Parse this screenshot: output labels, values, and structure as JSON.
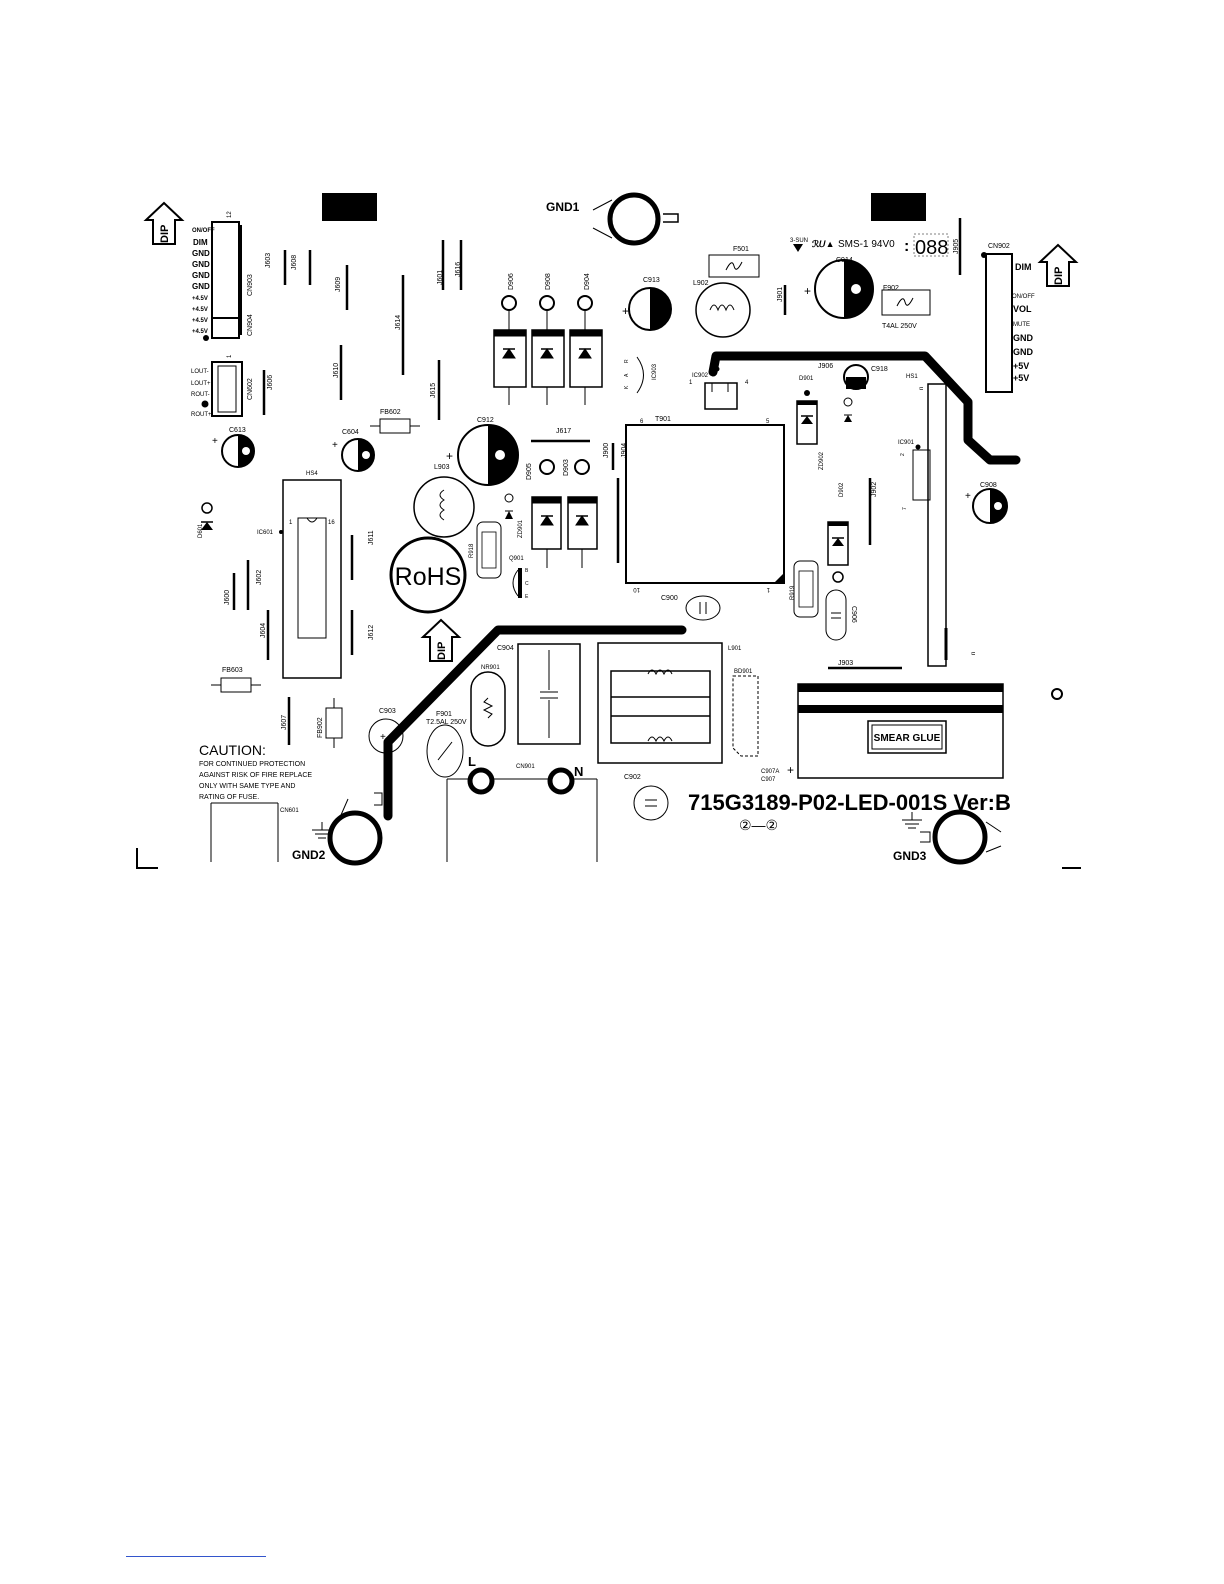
{
  "board": {
    "part_number": "715G3189-P02-LED-001S Ver:B",
    "revision_mark": "②—②",
    "rohs": "RoHS",
    "dip": "DIP",
    "smear_glue": "SMEAR GLUE",
    "maker_mark": "3-SUN",
    "rating": "SMS-1 94V0",
    "date_code": "088"
  },
  "caution": {
    "title": "CAUTION:",
    "lines": [
      "FOR CONTINUED PROTECTION",
      "AGAINST RISK OF FIRE REPLACE",
      "ONLY WITH  SAME TYPE AND",
      "RATING OF FUSE."
    ]
  },
  "grounds": {
    "gnd1": "GND1",
    "gnd2": "GND2",
    "gnd3": "GND3"
  },
  "mains": {
    "l": "L",
    "n": "N"
  },
  "cn903_pins": [
    "ON/OFF",
    "DIM",
    "GND",
    "GND",
    "GND",
    "GND",
    "+4.5V",
    "+4.5V",
    "+4.5V",
    "+4.5V"
  ],
  "cn602_pins": [
    "LOUT-",
    "LOUT+",
    "ROUT-",
    "ROUT+"
  ],
  "cn902_pins": [
    "DIM",
    "ON/OFF",
    "VOL",
    "MUTE",
    "GND",
    "GND",
    "+5V",
    "+5V"
  ],
  "fuses": {
    "f902_rating": "T4AL 250V",
    "f901_rating": "T2.5AL 250V"
  },
  "refs": {
    "cn903": "CN903",
    "cn904": "CN904",
    "cn602": "CN602",
    "cn902": "CN902",
    "cn901": "CN901",
    "cn601": "CN601",
    "j603": "J603",
    "j608": "J608",
    "j609": "J609",
    "j614": "J614",
    "j601": "J601",
    "j616": "J616",
    "j606": "J606",
    "j610": "J610",
    "j615": "J615",
    "j617": "J617",
    "j900": "J900",
    "j904": "J904",
    "j901": "J901",
    "j905": "J905",
    "j906": "J906",
    "j902": "J902",
    "j903": "J903",
    "j611": "J611",
    "j602": "J602",
    "j600": "J600",
    "j604": "J604",
    "j612": "J612",
    "j607": "J607",
    "d906": "D906",
    "d908": "D908",
    "d904": "D904",
    "d905": "D905",
    "d903": "D903",
    "d901": "D901",
    "d902": "D902",
    "d601": "D601",
    "c913": "C913",
    "c914": "C914",
    "c912": "C912",
    "c613": "C613",
    "c604": "C604",
    "c918": "C918",
    "c908": "C908",
    "c900": "C900",
    "c904": "C904",
    "c903": "C903",
    "c902": "C902",
    "c906": "C906",
    "c907a": "C907A",
    "c907": "C907",
    "l902": "L902",
    "l903": "L903",
    "l901": "L901",
    "f501": "F501",
    "f902": "F902",
    "f901": "F901",
    "fb602": "FB602",
    "fb603": "FB603",
    "fb902": "FB902",
    "ic903": "IC903",
    "ic902": "IC902",
    "ic901": "IC901",
    "ic601": "IC601",
    "t901": "T901",
    "hs1": "HS1",
    "hs4": "HS4",
    "zd901": "ZD901",
    "zd902": "ZD902",
    "q901": "Q901",
    "r918": "R918",
    "r919": "R919",
    "nr901": "NR901",
    "bd901": "BD901"
  }
}
